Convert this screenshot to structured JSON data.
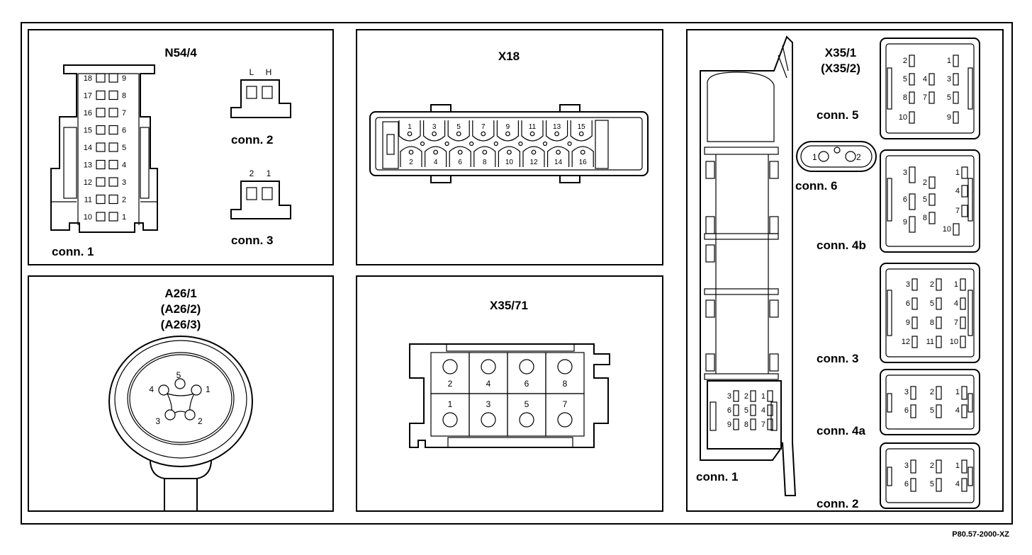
{
  "figure_code": "P80.57-2000-XZ",
  "n54_4": {
    "title": "N54/4",
    "conn1_label": "conn. 1",
    "conn1_left_pins": [
      "18",
      "17",
      "16",
      "15",
      "14",
      "13",
      "12",
      "11",
      "10"
    ],
    "conn1_right_pins": [
      "9",
      "8",
      "7",
      "6",
      "5",
      "4",
      "3",
      "2",
      "1"
    ],
    "conn2_label": "conn. 2",
    "conn2_pins": [
      "L",
      "H"
    ],
    "conn3_label": "conn. 3",
    "conn3_pins": [
      "2",
      "1"
    ]
  },
  "x18": {
    "title": "X18",
    "top_pins": [
      "1",
      "3",
      "5",
      "7",
      "9",
      "11",
      "13",
      "15"
    ],
    "bottom_pins": [
      "2",
      "4",
      "6",
      "8",
      "10",
      "12",
      "14",
      "16"
    ]
  },
  "a26": {
    "title_line1": "A26/1",
    "title_line2": "(A26/2)",
    "title_line3": "(A26/3)",
    "pins": [
      "1",
      "2",
      "3",
      "4",
      "5"
    ]
  },
  "x35_71": {
    "title": "X35/71",
    "top_pins": [
      "2",
      "4",
      "6",
      "8"
    ],
    "bottom_pins": [
      "1",
      "3",
      "5",
      "7"
    ]
  },
  "x35_1": {
    "title_line1": "X35/1",
    "title_line2": "(X35/2)",
    "conn1_label": "conn. 1",
    "conn1_pins": [
      "3",
      "2",
      "1",
      "6",
      "5",
      "4",
      "9",
      "8",
      "7"
    ],
    "conn2_label": "conn. 2",
    "conn2_pins": [
      "3",
      "2",
      "1",
      "6",
      "5",
      "4"
    ],
    "conn3_label": "conn. 3",
    "conn3_pins": [
      "3",
      "2",
      "1",
      "6",
      "5",
      "4",
      "9",
      "8",
      "7",
      "12",
      "11",
      "10"
    ],
    "conn4a_label": "conn. 4a",
    "conn4a_pins": [
      "3",
      "2",
      "1",
      "6",
      "5",
      "4"
    ],
    "conn4b_label": "conn. 4b",
    "conn4b_pins": [
      "3",
      "2",
      "1",
      "6",
      "5",
      "4",
      "7",
      "9",
      "8",
      "10"
    ],
    "conn5_label": "conn. 5",
    "conn5_pins": [
      "2",
      "1",
      "5",
      "4",
      "3",
      "8",
      "7",
      "5",
      "10",
      "9"
    ],
    "conn6_label": "conn. 6",
    "conn6_pins": [
      "1",
      "2"
    ]
  }
}
